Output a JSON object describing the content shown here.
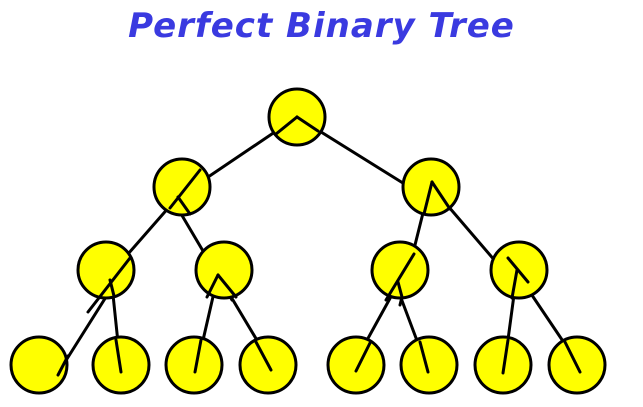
{
  "title": "Perfect Binary Tree",
  "colors": {
    "title": "#3a3ae0",
    "node_fill": "#ffff00",
    "node_stroke": "#000000",
    "edge": "#000000",
    "background": "#ffffff"
  },
  "tree": {
    "type": "perfect-binary-tree",
    "levels": 4,
    "node_counts_per_level": [
      1,
      2,
      4,
      8
    ]
  }
}
